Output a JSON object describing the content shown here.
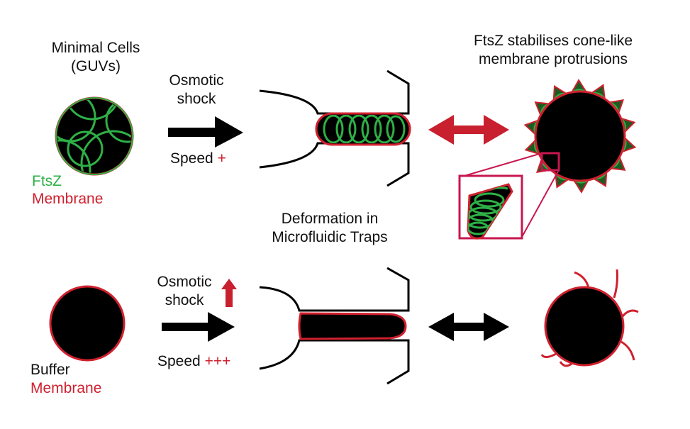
{
  "colors": {
    "ftsz": "#2eb046",
    "membrane": "#d0202e",
    "black": "#000000",
    "inset": "#c8174f"
  },
  "top_row": {
    "title_line1": "Minimal Cells",
    "title_line2": "(GUVs)",
    "shock_line1": "Osmotic",
    "shock_line2": "shock",
    "speed_label": "Speed",
    "speed_mark": "+",
    "legend_ftsz": "FtsZ",
    "legend_membrane": "Membrane",
    "result_line1": "FtsZ stabilises cone-like",
    "result_line2": "membrane protrusions"
  },
  "middle": {
    "trap_line1": "Deformation in",
    "trap_line2": "Microfluidic Traps"
  },
  "bottom_row": {
    "shock_line1": "Osmotic",
    "shock_line2": "shock",
    "speed_label": "Speed",
    "speed_mark": "+++",
    "legend_buffer": "Buffer",
    "legend_membrane": "Membrane"
  }
}
